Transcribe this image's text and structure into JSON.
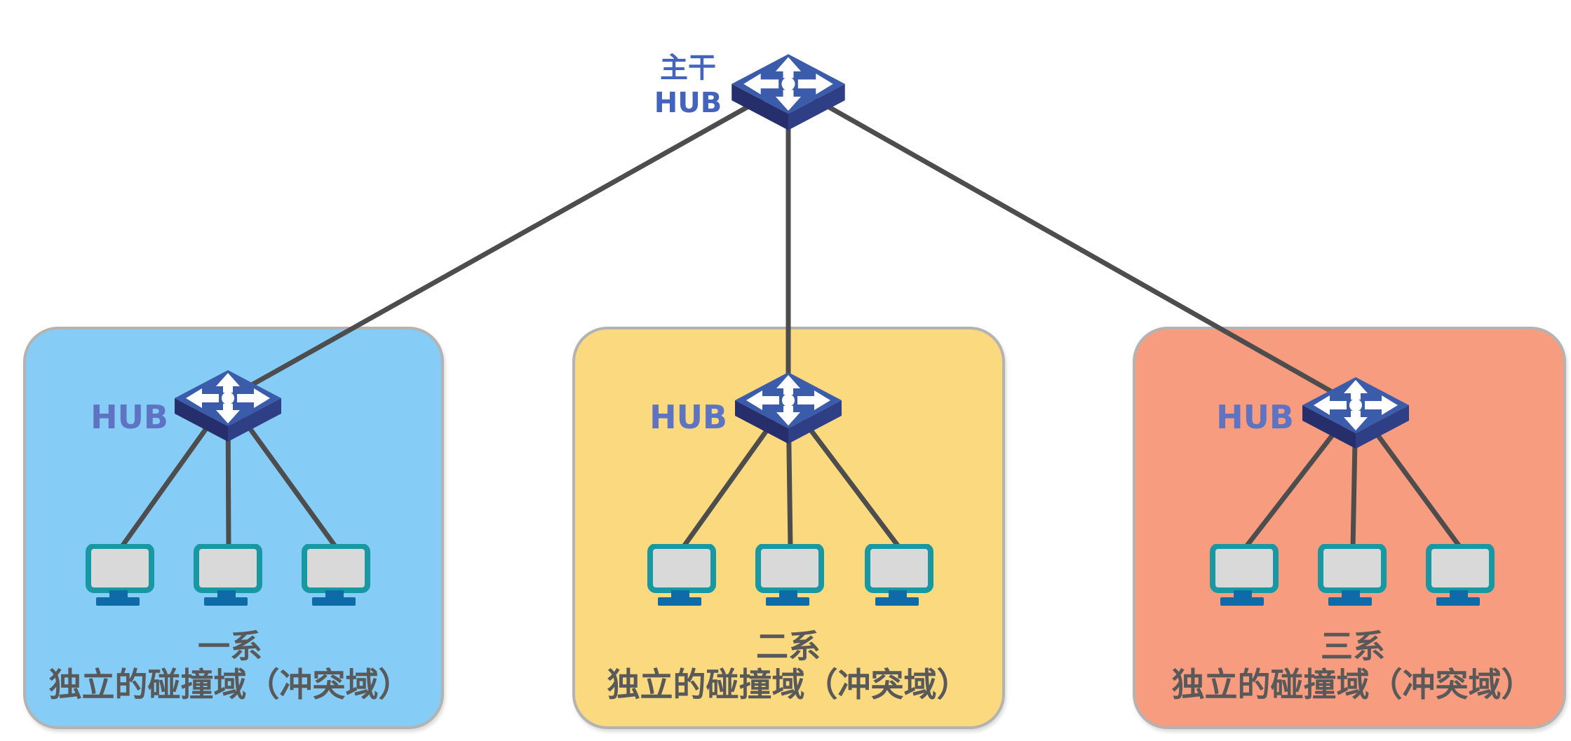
{
  "diagram": {
    "backbone_hub": {
      "label_line1": "主干",
      "label_line2": "HUB"
    },
    "domains": [
      {
        "hub_label": "HUB",
        "dept_label": "一系",
        "domain_label": "独立的碰撞域（冲突域）",
        "bg_color": "#85CCF7",
        "computer_count": 3
      },
      {
        "hub_label": "HUB",
        "dept_label": "二系",
        "domain_label": "独立的碰撞域（冲突域）",
        "bg_color": "#FBD97F",
        "computer_count": 3
      },
      {
        "hub_label": "HUB",
        "dept_label": "三系",
        "domain_label": "独立的碰撞域（冲突域）",
        "bg_color": "#F89C80",
        "computer_count": 3
      }
    ],
    "icons": {
      "hub": "hub-switch-icon",
      "computer": "desktop-computer-icon"
    },
    "colors": {
      "hub_top_face": "#3B5CAB",
      "hub_side_left": "#262F6B",
      "hub_side_right": "#2F3F85",
      "hub_arrows": "#FFFFFF",
      "backbone_label_text": "#4363BD",
      "hub_label_text": "#5E73C2",
      "dept_text": "#595959",
      "link_line": "#4D4D4D",
      "monitor_border": "#1898A2",
      "monitor_screen": "#D9D9D9",
      "monitor_stand": "#0E6BA8",
      "box_border": "#B5B2B2"
    }
  }
}
